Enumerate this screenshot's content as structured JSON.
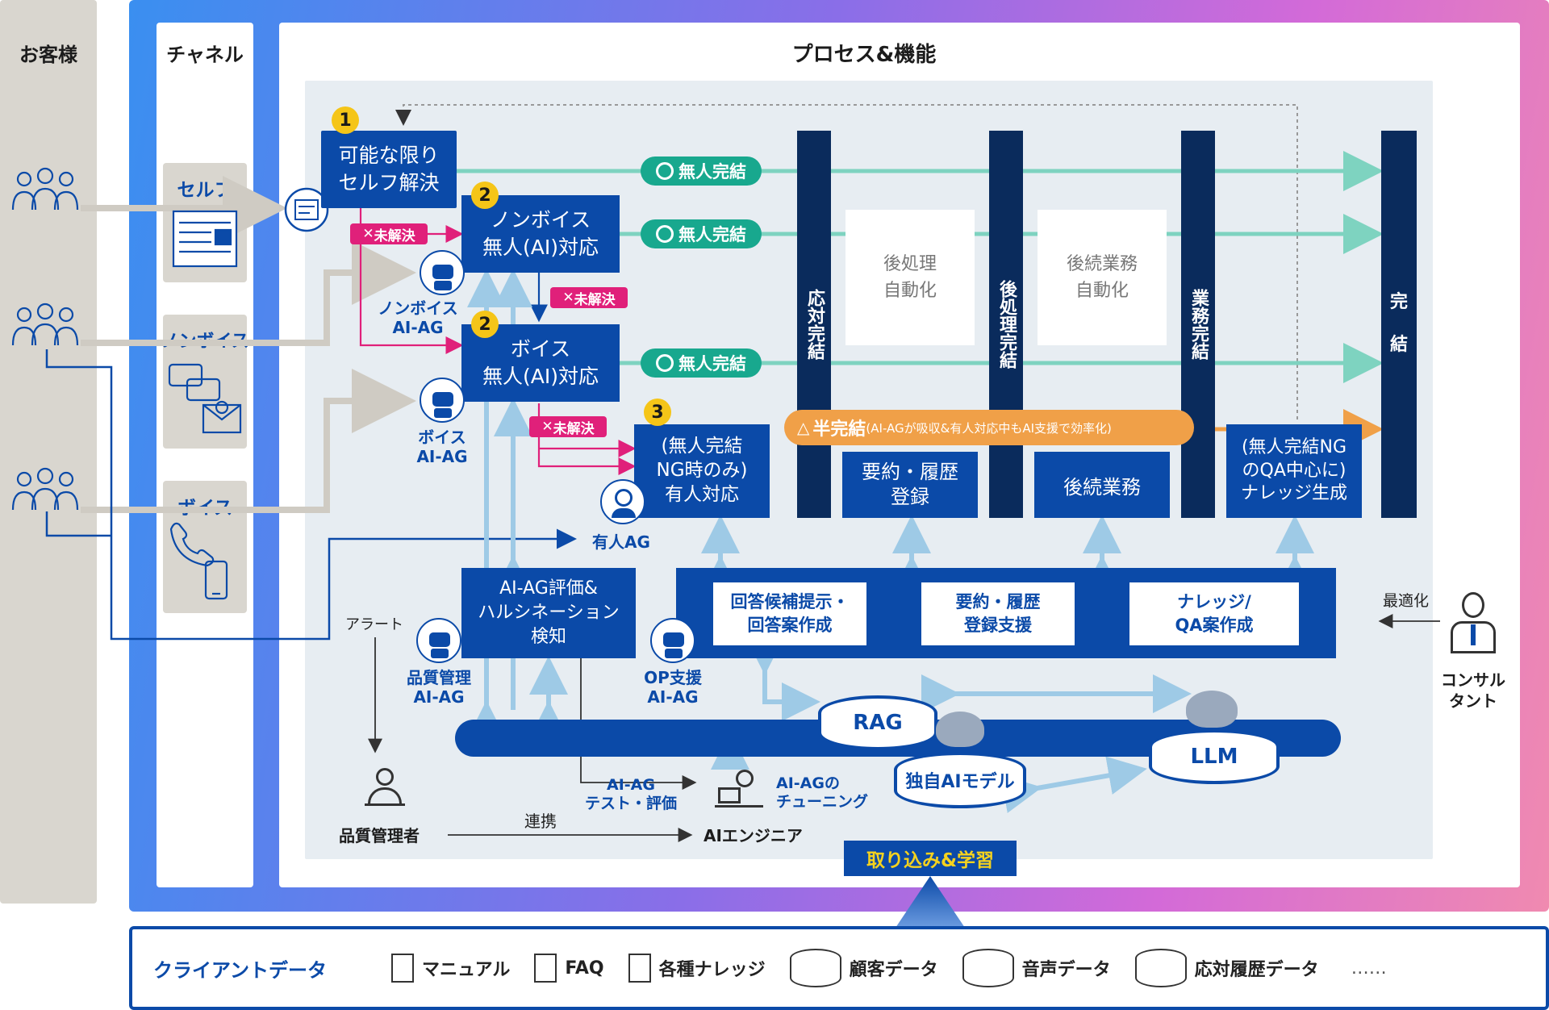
{
  "columns": {
    "customer": "お客様",
    "channel": "チャネル",
    "process": "プロセス&機能"
  },
  "channels": {
    "self": "セルフ",
    "nonvoice": "ノンボイス",
    "voice": "ボイス"
  },
  "steps": {
    "n1": "1",
    "n2a": "2",
    "n2b": "2",
    "n3": "3"
  },
  "boxes": {
    "self_resolve": "可能な限り\nセルフ解決",
    "nonvoice_ai": "ノンボイス\n無人(AI)対応",
    "voice_ai": "ボイス\n無人(AI)対応",
    "human": "(無人完結\nNG時のみ)\n有人対応",
    "eval": "AI-AG評価&\nハルシネーション\n検知",
    "summary": "要約・履歴\n登録",
    "followup": "後続業務",
    "knowledge": "(無人完結NG\nのQA中心に)\nナレッジ生成",
    "op1": "回答候補提示・\n回答案作成",
    "op2": "要約・履歴\n登録支援",
    "op3": "ナレッジ/\nQA案作成",
    "post_auto": "後処理\n自動化",
    "follow_auto": "後続業務\n自動化"
  },
  "bars": {
    "response_done": "応対完結",
    "post_done": "後処理完結",
    "work_done": "業務完結",
    "complete": "完\n\n結"
  },
  "flows": {
    "unmanned1": "無人完結",
    "unmanned2": "無人完結",
    "unmanned3": "無人完結",
    "unresolved1": "未解決",
    "unresolved2": "未解決",
    "unresolved3": "未解決",
    "semi": "半完結",
    "semi_note": "(AI-AGが吸収&有人対応中もAI支援で効率化)"
  },
  "agents": {
    "nonvoice_ag": "ノンボイス\nAI-AG",
    "voice_ag": "ボイス\nAI-AG",
    "human_ag": "有人AG",
    "quality_ag": "品質管理\nAI-AG",
    "op_ag": "OP支援\nAI-AG"
  },
  "people": {
    "qa_manager": "品質管理者",
    "ai_engineer": "AIエンジニア",
    "consultant": "コンサル\nタント"
  },
  "labels": {
    "alert": "アラート",
    "test_eval": "AI-AG\nテスト・評価",
    "tuning": "AI-AGの\nチューニング",
    "link": "連携",
    "optimize": "最適化",
    "intake": "取り込み&学習"
  },
  "models": {
    "rag": "RAG",
    "own": "独自AIモデル",
    "llm": "LLM"
  },
  "client": {
    "title": "クライアントデータ",
    "items": [
      "マニュアル",
      "FAQ",
      "各種ナレッジ",
      "顧客データ",
      "音声データ",
      "応対履歴データ"
    ],
    "more": "……"
  },
  "colors": {
    "navy": "#0b4aa8",
    "dark_navy": "#0a2b5c",
    "green": "#18a88e",
    "pink": "#e0207a",
    "orange": "#f0a048",
    "yellow": "#f5c518",
    "light_blue": "#9ecae6"
  }
}
